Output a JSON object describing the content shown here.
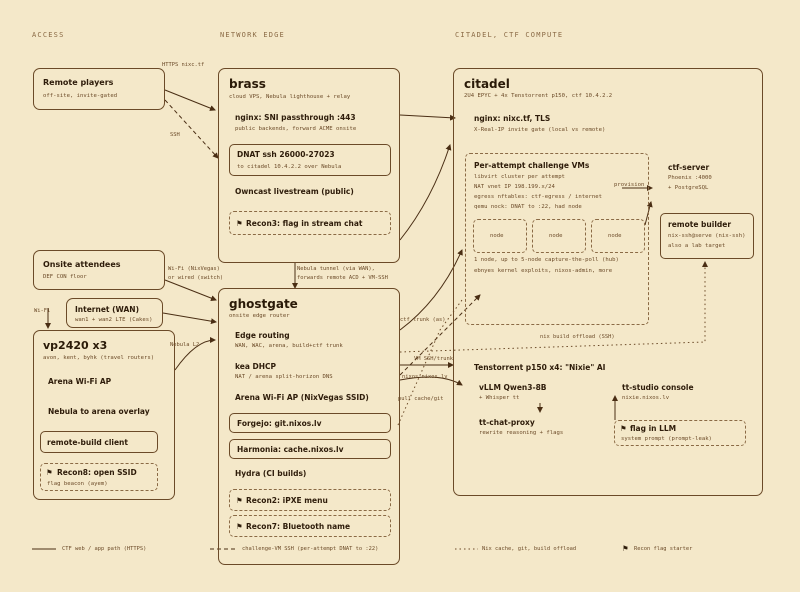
{
  "columns": [
    "ACCESS",
    "NETWORK EDGE",
    "CITADEL, CTF COMPUTE"
  ],
  "remote": {
    "title": "Remote players",
    "sub": "off-site, invite-gated"
  },
  "onsite": {
    "title": "Onsite attendees",
    "sub": "DEF CON floor"
  },
  "wan": {
    "title": "Internet (WAN)",
    "sub": "wan1 + wan2 LTE (Cakes)"
  },
  "vp": {
    "title": "vp2420 x3",
    "sub": "avon, kent, byhk (travel routers)",
    "items": [
      "Arena Wi-Fi AP",
      "Nebula to arena overlay",
      "remote-build client"
    ],
    "flag": {
      "title": "Recon8: open SSID",
      "sub": "flag beacon (ayem)"
    }
  },
  "brass": {
    "title": "brass",
    "sub": "cloud VPS, Nebula lighthouse + relay",
    "nginx": {
      "title": "nginx: SNI passthrough :443",
      "sub": "public backends, forward ACME onsite"
    },
    "dnat": {
      "title": "DNAT ssh 26000-27023",
      "sub": "to citadel 10.4.2.2 over Nebula"
    },
    "owncast": "Owncast livestream (public)",
    "flag": "Recon3: flag in stream chat"
  },
  "ghostgate": {
    "title": "ghostgate",
    "sub": "onsite edge router",
    "edge": {
      "title": "Edge routing",
      "sub": "WAN, WAC, arena, build+ctf trunk"
    },
    "kea": {
      "title": "kea DHCP",
      "sub": "NAT / arena split-horizon DNS"
    },
    "ap": "Arena Wi-Fi AP (NixVegas SSID)",
    "forgejo": "Forgejo: git.nixos.lv",
    "harmonia": "Harmonia: cache.nixos.lv",
    "hydra": "Hydra (CI builds)",
    "flag2": "Recon2: iPXE menu",
    "flag7": "Recon7: Bluetooth name"
  },
  "citadel": {
    "title": "citadel",
    "sub": "2U4 EPYC + 4x Tenstorrent p150, ctf 10.4.2.2",
    "nginx": {
      "title": "nginx: nixc.tf, TLS",
      "sub": "X-Real-IP invite gate (local vs remote)"
    },
    "vms": {
      "title": "Per-attempt challenge VMs",
      "lines": [
        "libvirt cluster per attempt",
        "NAT vnet IP 198.199.x/24",
        "egress nftables: ctf-egress / internet",
        "qemu nock: DNAT to :22, had node"
      ],
      "nodes": [
        "node",
        "node",
        "node"
      ],
      "foot": [
        "1 node, up to 5-node capture-the-poll (hub)",
        "ebnyes kernel exploits, nixos-admin, more"
      ]
    },
    "provision": "provision",
    "ctf": {
      "title": "ctf-server",
      "lines": [
        "Phoenix :4000",
        "+ PostgreSQL"
      ]
    },
    "rb": {
      "title": "remote builder",
      "lines": [
        "nix-ssh@serve (nix-ssh)",
        "also a lab target"
      ]
    },
    "tt": "Tenstorrent p150 x4: \"Nixie\" AI",
    "vllm": {
      "title": "vLLM Qwen3-8B",
      "sub": "+ Whisper tt"
    },
    "proxy": {
      "title": "tt-chat-proxy",
      "sub": "rewrite reasoning + flags"
    },
    "studio": {
      "title": "tt-studio console",
      "sub": "nixie.nixos.lv"
    },
    "flag": {
      "title": "flag in LLM",
      "sub": "system prompt (prompt-leak)"
    }
  },
  "edges": {
    "https": "HTTPS nixc.tf",
    "ssh": "SSH",
    "nebula1": "Nebula tunnel (via WAN),",
    "nebula2": "forwards remote ACD + VM-SSH",
    "wifi": "Wi-Fi (NixVegas)",
    "wifi2": "or wired (switch)",
    "wifi_left": "Wi-Fi",
    "nebula_l2": "Nebula L2",
    "ctf_trunk": "ctf trunk (as)",
    "vm_ssh": "VM SSH/trunk",
    "nix_offload": "nix build offload (SSH)",
    "nixos": "nixos.nixos.lv",
    "pull": "pull cache/git"
  },
  "legend": [
    "CTF web / app path (HTTPS)",
    "challenge-VM SSH (per-attempt DNAT to :22)",
    "Nix cache, git, build offload",
    "Recon flag starter"
  ],
  "flag_glyph": "⚑"
}
